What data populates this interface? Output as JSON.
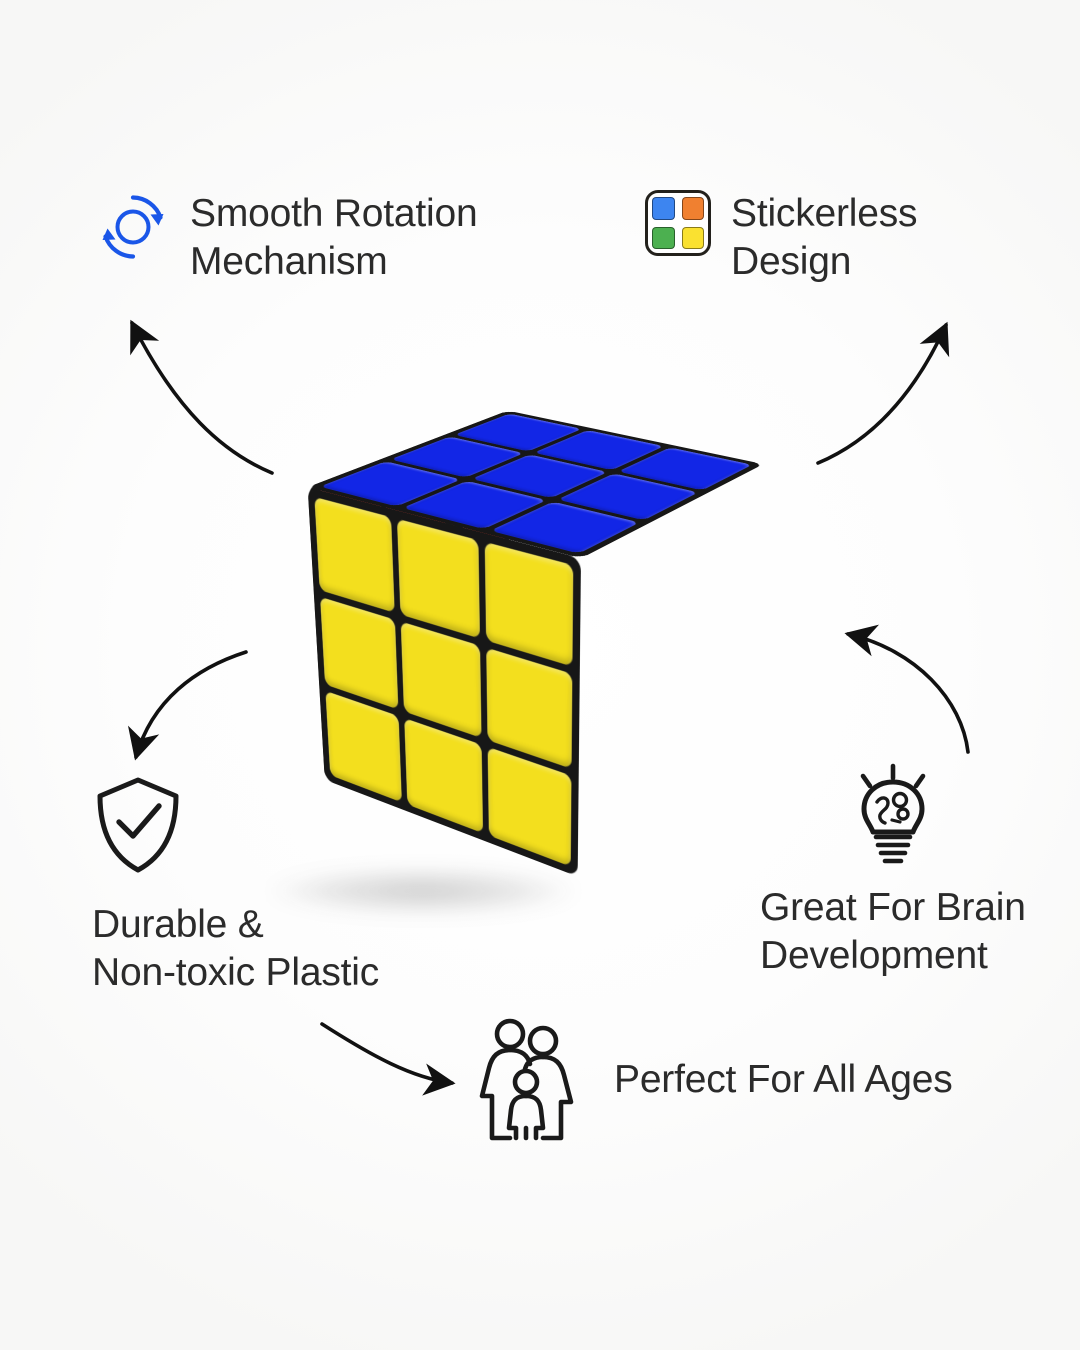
{
  "page": {
    "background_color": "#fcfcfc",
    "text_color": "#2b2b2b",
    "product": "rubiks-cube-3x3"
  },
  "features": [
    {
      "id": "smooth-rotation",
      "label": "Smooth Rotation\nMechanism",
      "icon": "rotation-arrows-icon",
      "icon_color": "#1a56e8",
      "position": "top-left"
    },
    {
      "id": "stickerless-design",
      "label": "Stickerless\nDesign",
      "icon": "color-grid-icon",
      "position": "top-right",
      "icon_colors": {
        "top_left": "#3d85f0",
        "top_right": "#f08030",
        "bottom_left": "#4cb050",
        "bottom_right": "#fae130"
      }
    },
    {
      "id": "durable-non-toxic",
      "label": "Durable &\nNon-toxic Plastic",
      "icon": "shield-check-icon",
      "icon_color": "#1a1a1a",
      "position": "bottom-left"
    },
    {
      "id": "brain-development",
      "label": "Great For Brain\nDevelopment",
      "icon": "lightbulb-brain-icon",
      "icon_color": "#1a1a1a",
      "position": "bottom-right"
    },
    {
      "id": "all-ages",
      "label": "Perfect For All Ages",
      "icon": "family-icon",
      "icon_color": "#1a1a1a",
      "position": "bottom-center"
    }
  ],
  "cube": {
    "type": "3x3x3",
    "faces": {
      "top": {
        "name": "top-face",
        "color": "#1226e6",
        "color_name": "blue",
        "stickers": [
          "#1226e6",
          "#1226e6",
          "#1226e6",
          "#1226e6",
          "#1226e6",
          "#1226e6",
          "#1226e6",
          "#1226e6",
          "#1226e6"
        ]
      },
      "left": {
        "name": "left-face",
        "color": "#d73b2e",
        "color_name": "red",
        "stickers": [
          "#d73b2e",
          "#d73b2e",
          "#d73b2e",
          "#d73b2e",
          "#d73b2e",
          "#d73b2e",
          "#d73b2e",
          "#d73b2e",
          "#d73b2e"
        ]
      },
      "right": {
        "name": "right-face",
        "color": "#f5e11e",
        "color_name": "yellow",
        "stickers": [
          "#f5e11e",
          "#f5e11e",
          "#f5e11e",
          "#f5e11e",
          "#f5e11e",
          "#f5e11e",
          "#f5e11e",
          "#f5e11e",
          "#f5e11e"
        ]
      }
    },
    "body_color": "#171717"
  },
  "arrows": [
    {
      "id": "arrow-to-smooth-rotation",
      "direction": "up-left"
    },
    {
      "id": "arrow-to-stickerless",
      "direction": "up-right"
    },
    {
      "id": "arrow-to-durable",
      "direction": "down-left"
    },
    {
      "id": "arrow-to-brain",
      "direction": "up-left-from-bulb"
    },
    {
      "id": "arrow-to-all-ages",
      "direction": "down-right"
    }
  ]
}
